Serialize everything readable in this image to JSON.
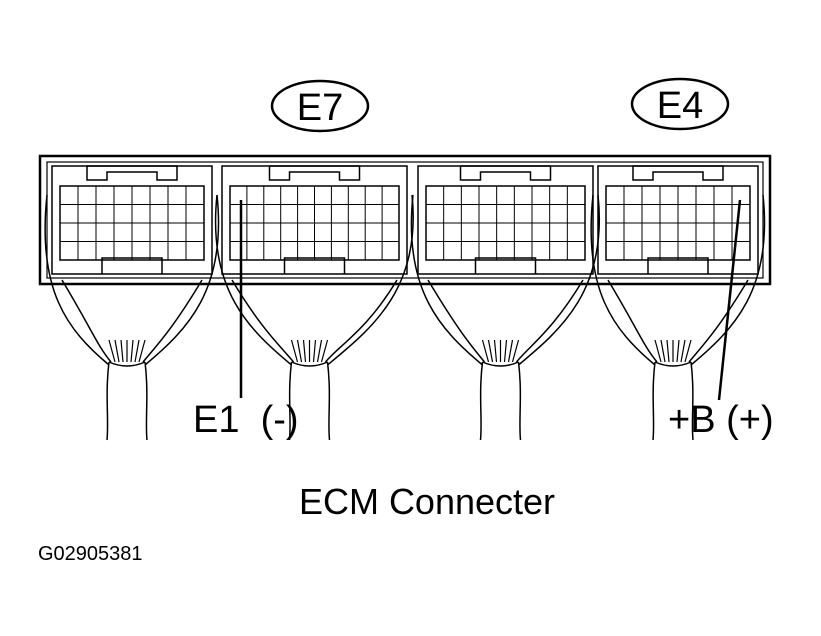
{
  "connectors": [
    {
      "id": "E7",
      "label": "E7"
    },
    {
      "id": "E4",
      "label": "E4"
    }
  ],
  "pins": [
    {
      "id": "e1",
      "label": "E1  (-)"
    },
    {
      "id": "b",
      "label": "+B (+)"
    }
  ],
  "caption": "ECM Connecter",
  "figure_code": "G02905381",
  "colors": {
    "line": "#000000",
    "background": "#ffffff"
  }
}
